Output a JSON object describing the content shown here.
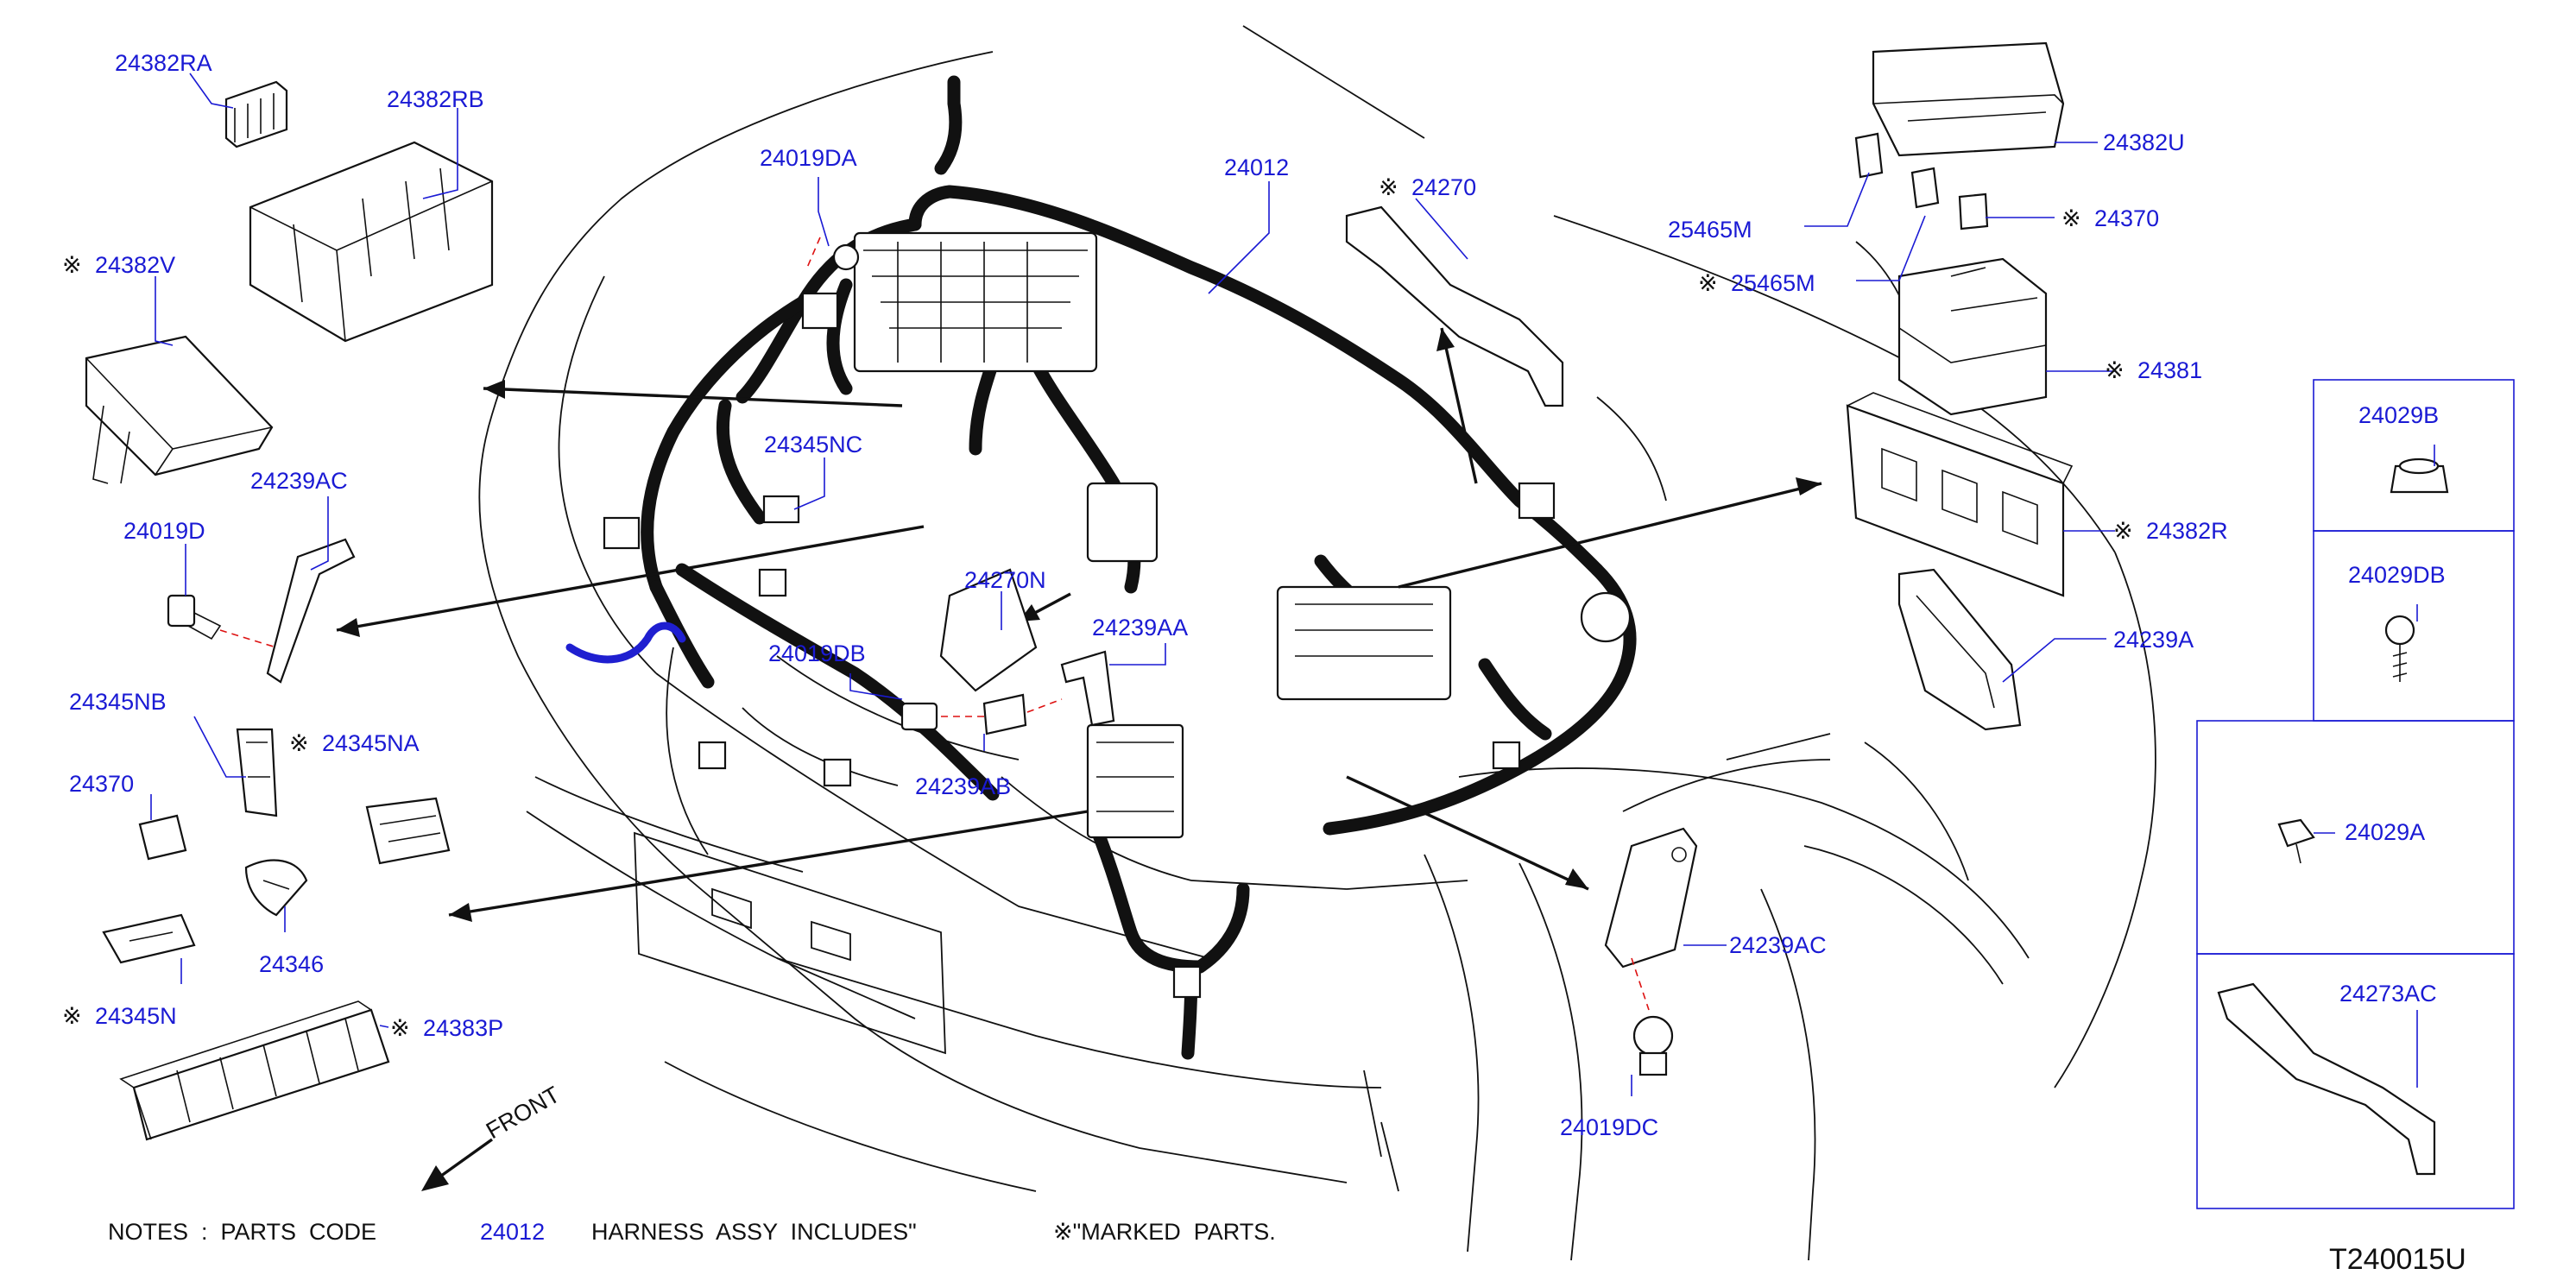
{
  "marker": "※",
  "labels": {
    "p24382RA": "24382RA",
    "p24382RB": "24382RB",
    "p24382V": "24382V",
    "p24239AC_left": "24239AC",
    "p24019D": "24019D",
    "p24345NB": "24345NB",
    "p24345NA": "24345NA",
    "p24370_left": "24370",
    "p24346": "24346",
    "p24345N": "24345N",
    "p24383P": "24383P",
    "p24019DA": "24019DA",
    "p24345NC": "24345NC",
    "p24270N": "24270N",
    "p24019DB": "24019DB",
    "p24239AB": "24239AB",
    "p24239AA": "24239AA",
    "p24012": "24012",
    "p24270": "24270",
    "p24382U": "24382U",
    "p25465M_a": "25465M",
    "p25465M_b": "25465M",
    "p24370_right": "24370",
    "p24381": "24381",
    "p24382R": "24382R",
    "p24239A": "24239A",
    "p24239AC_right": "24239AC",
    "p24019DC": "24019DC",
    "p24029B": "24029B",
    "p24029DB": "24029DB",
    "p24029A": "24029A",
    "p24273AC": "24273AC"
  },
  "front_label": "FRONT",
  "notes": {
    "prefix": "NOTES  :  PARTS  CODE",
    "code": "24012",
    "middle": "HARNESS  ASSY  INCLUDES\"",
    "suffix": "※\"MARKED  PARTS."
  },
  "diagram_id": "T240015U",
  "colors": {
    "label_blue": "#1a1ad4",
    "line_black": "#111111",
    "leader_red": "#d11111",
    "highlight_wire": "#1f1fd0"
  }
}
